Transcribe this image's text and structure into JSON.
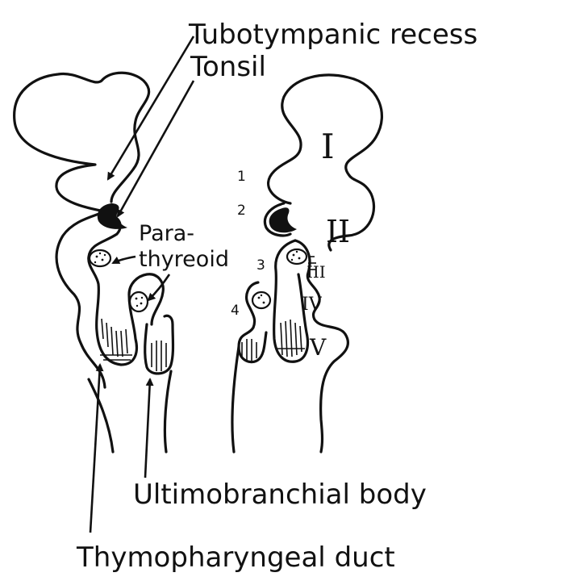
{
  "labels": {
    "tubotympanic_recess": "Tubotympanic recess",
    "tonsil": "Tonsil",
    "parathyreoid_line1": "Para-",
    "parathyreoid_line2": "thyreoid",
    "ultimobranchial_body": "Ultimobranchial body",
    "thymopharyngeal_duct": "Thymopharyngeal duct"
  },
  "pouch_numbers": [
    "1",
    "2",
    "3",
    "4"
  ],
  "arch_numerals": [
    "I",
    "II",
    "III",
    "IV",
    "V"
  ]
}
